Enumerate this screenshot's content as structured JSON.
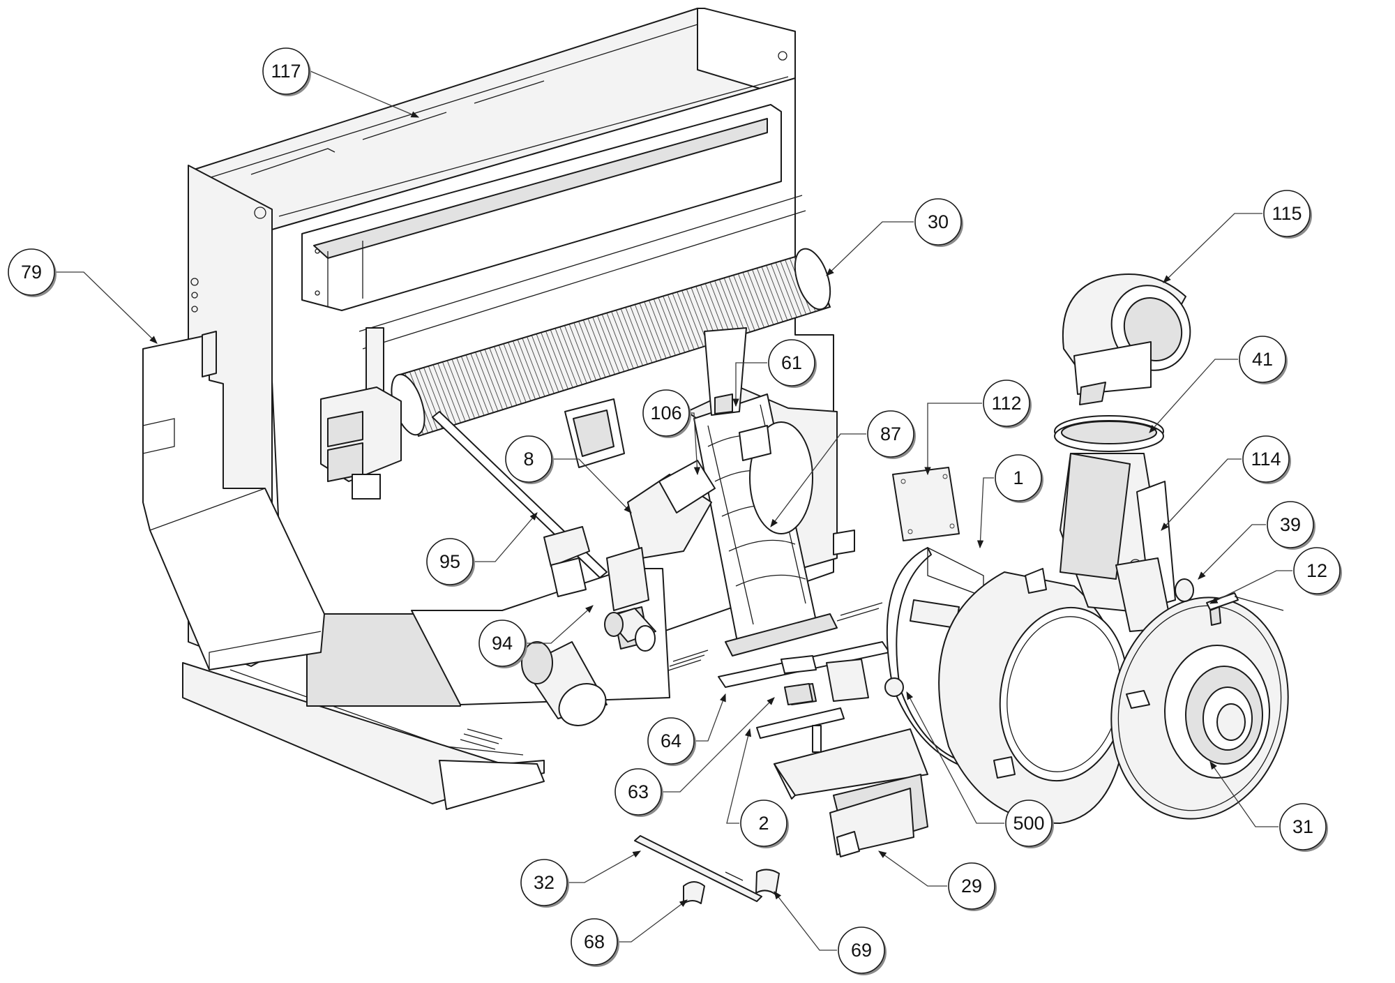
{
  "diagram": {
    "type": "exploded-parts-view",
    "callouts": [
      {
        "id": "c117",
        "label": "117"
      },
      {
        "id": "c79",
        "label": "79"
      },
      {
        "id": "c30",
        "label": "30"
      },
      {
        "id": "c115",
        "label": "115"
      },
      {
        "id": "c61",
        "label": "61"
      },
      {
        "id": "c41",
        "label": "41"
      },
      {
        "id": "c106",
        "label": "106"
      },
      {
        "id": "c112",
        "label": "112"
      },
      {
        "id": "c87",
        "label": "87"
      },
      {
        "id": "c8",
        "label": "8"
      },
      {
        "id": "c1",
        "label": "1"
      },
      {
        "id": "c114",
        "label": "114"
      },
      {
        "id": "c39",
        "label": "39"
      },
      {
        "id": "c12",
        "label": "12"
      },
      {
        "id": "c95",
        "label": "95"
      },
      {
        "id": "c94",
        "label": "94"
      },
      {
        "id": "c64",
        "label": "64"
      },
      {
        "id": "c63",
        "label": "63"
      },
      {
        "id": "c2",
        "label": "2"
      },
      {
        "id": "c500",
        "label": "500"
      },
      {
        "id": "c31",
        "label": "31"
      },
      {
        "id": "c29",
        "label": "29"
      },
      {
        "id": "c32",
        "label": "32"
      },
      {
        "id": "c68",
        "label": "68"
      },
      {
        "id": "c69",
        "label": "69"
      }
    ]
  }
}
